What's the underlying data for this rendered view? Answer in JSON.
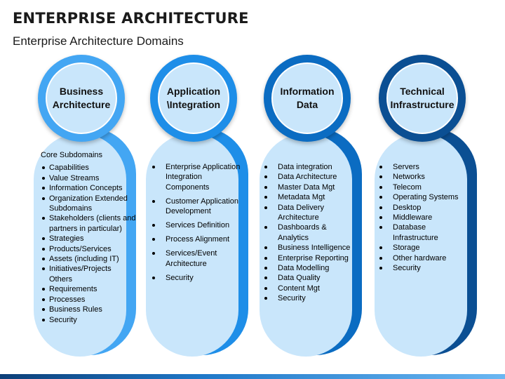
{
  "title": "ENTERPRISE ARCHITECTURE",
  "subtitle": "Enterprise Architecture Domains",
  "domains": [
    {
      "heading_line1": "Business",
      "heading_line2": "Architecture",
      "ring_color": "#43a6f3",
      "shadow_color": "#43a6f3",
      "lead": "Core Subdomains",
      "items": [
        "Capabilities",
        "Value Streams",
        "Information Concepts",
        "Organization Extended Subdomains",
        "Stakeholders (clients and partners in particular)",
        "Strategies",
        "Products/Services",
        "Assets (including IT)",
        "Initiatives/Projects Others",
        "Requirements",
        "Processes",
        "Business Rules",
        "Security"
      ]
    },
    {
      "heading_line1": "Application",
      "heading_line2": "\\Integration",
      "ring_color": "#1e8ee8",
      "shadow_color": "#1e8ee8",
      "lead": "",
      "items": [
        "Enterprise Application Integration Components",
        "Customer Application Development",
        "Services Definition",
        "Process Alignment",
        "Services/Event Architecture",
        "Security"
      ]
    },
    {
      "heading_line1": "Information",
      "heading_line2": "Data",
      "ring_color": "#0b6cc2",
      "shadow_color": "#0b6cc2",
      "lead": "",
      "items": [
        "Data integration",
        "Data Architecture",
        "Master Data Mgt",
        "Metadata Mgt",
        "Data Delivery Architecture",
        "Dashboards & Analytics",
        "Business Intelligence",
        "Enterprise Reporting",
        "Data Modelling",
        "Data Quality",
        "Content Mgt",
        "Security"
      ]
    },
    {
      "heading_line1": "Technical",
      "heading_line2": "Infrastructure",
      "ring_color": "#0b4f93",
      "shadow_color": "#0b4f93",
      "lead": "",
      "items": [
        "Servers",
        " Networks",
        " Telecom",
        "Operating Systems",
        "Desktop",
        "Middleware",
        "Database Infrastructure",
        "Storage",
        "Other hardware",
        "Security"
      ]
    }
  ]
}
